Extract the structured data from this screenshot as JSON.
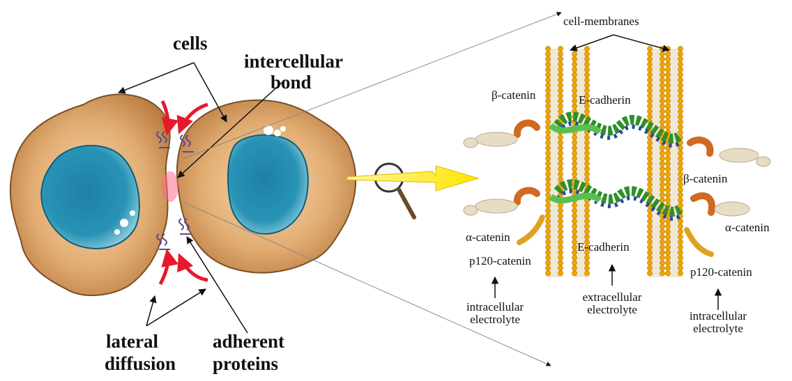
{
  "labels": {
    "cells": "cells",
    "intercellular_1": "intercellular",
    "intercellular_2": "bond",
    "lateral_1": "lateral",
    "lateral_2": "diffusion",
    "adherent_1": "adherent",
    "adherent_2": "proteins",
    "cell_membranes": "cell-membranes",
    "beta_catenin_left": "β-catenin",
    "beta_catenin_right": "β-catenin",
    "e_cadherin_top": "E-cadherin",
    "e_cadherin_bottom": "E-cadherin",
    "alpha_catenin_left": "α-catenin",
    "alpha_catenin_right": "α-catenin",
    "p120_left": "p120-catenin",
    "p120_right": "p120-catenin",
    "intra_left_1": "intracellular",
    "intra_left_2": "electrolyte",
    "extra_1": "extracellular",
    "extra_2": "electrolyte",
    "intra_right_1": "intracellular",
    "intra_right_2": "electrolyte"
  },
  "colors": {
    "cell_body": "#d9a066",
    "cell_edge": "#8a5a2e",
    "nucleus": "#2a8fad",
    "arrow_red": "#e8192c",
    "zoom_arrow": "#ffee00",
    "membrane_head": "#f0a500",
    "cadherin_green": "#3ca835",
    "cadherin_blue": "#2748a0",
    "beta_catenin": "#d8742a",
    "alpha_catenin": "#e8dcc5"
  },
  "icons": [
    "magnifier-icon",
    "zoom-arrow-icon"
  ]
}
